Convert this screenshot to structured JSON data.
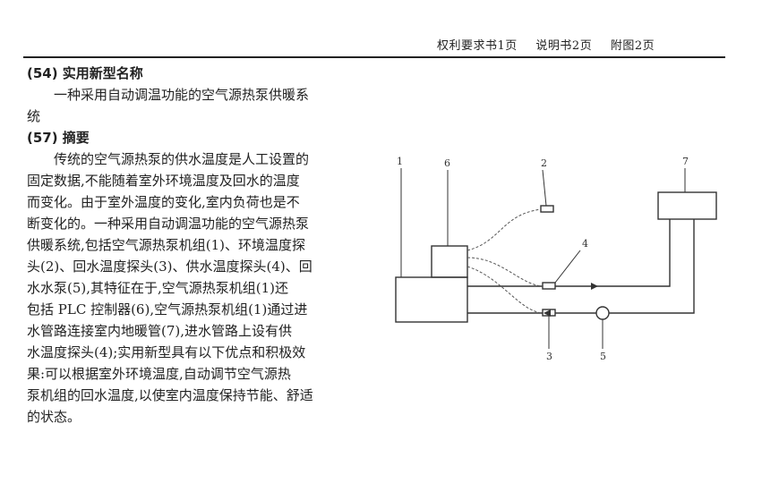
{
  "header": {
    "claims": "权利要求书1页",
    "description": "说明书2页",
    "drawings": "附图2页"
  },
  "section54": {
    "title": "(54) 实用新型名称",
    "name_line1": "一种采用自动调温功能的空气源热泵供暖系",
    "name_line2": "统"
  },
  "section57": {
    "title": "(57) 摘要",
    "lines": [
      "传统的空气源热泵的供水温度是人工设置的",
      "固定数据,不能随着室外环境温度及回水的温度",
      "而变化。由于室外温度的变化,室内负荷也是不",
      "断变化的。一种采用自动调温功能的空气源热泵",
      "供暖系统,包括空气源热泵机组(1)、环境温度探",
      "头(2)、回水温度探头(3)、供水温度探头(4)、回",
      "水水泵(5),其特征在于,空气源热泵机组(1)还",
      "包括 PLC 控制器(6),空气源热泵机组(1)通过进",
      "水管路连接室内地暖管(7),进水管路上设有供",
      "水温度探头(4);实用新型具有以下优点和积极效",
      "果:可以根据室外环境温度,自动调节空气源热",
      "泵机组的回水温度,以使室内温度保持节能、舒适",
      "的状态。"
    ]
  },
  "diagram_labels": {
    "l1": "1",
    "l2": "2",
    "l3": "3",
    "l4": "4",
    "l5": "5",
    "l6": "6",
    "l7": "7"
  }
}
